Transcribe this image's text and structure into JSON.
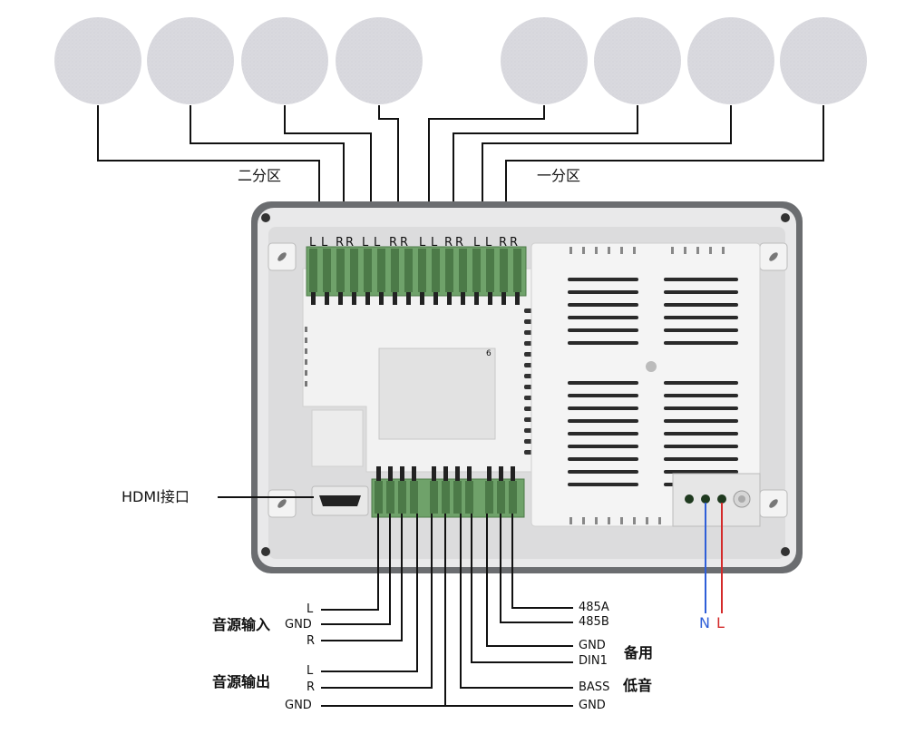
{
  "zones": {
    "zone2": "二分区",
    "zone1": "一分区"
  },
  "terminal_top_labels": [
    "L",
    "L",
    "R",
    "R",
    "L",
    "L",
    "R",
    "R",
    "L",
    "L",
    "R",
    "R",
    "L",
    "L",
    "R",
    "R"
  ],
  "chip_number": "6",
  "hdmi_label": "HDMI接口",
  "left_labels": {
    "audio_in_title": "音源输入",
    "in_L": "L",
    "in_GND": "GND",
    "in_R": "R",
    "audio_out_title": "音源输出",
    "out_L": "L",
    "out_R": "R",
    "out_GND": "GND"
  },
  "right_labels": {
    "r485a": "485A",
    "r485b": "485B",
    "gnd": "GND",
    "din1": "DIN1",
    "spare": "备用",
    "bass": "BASS",
    "bass_cn": "低音",
    "gnd2": "GND"
  },
  "power_labels": {
    "n": "N",
    "l": "L"
  },
  "colors": {
    "n_wire": "#2f5fd8",
    "l_wire": "#d42a2a",
    "terminal_green": "#6fa26a",
    "speaker": "#dcdce0"
  }
}
